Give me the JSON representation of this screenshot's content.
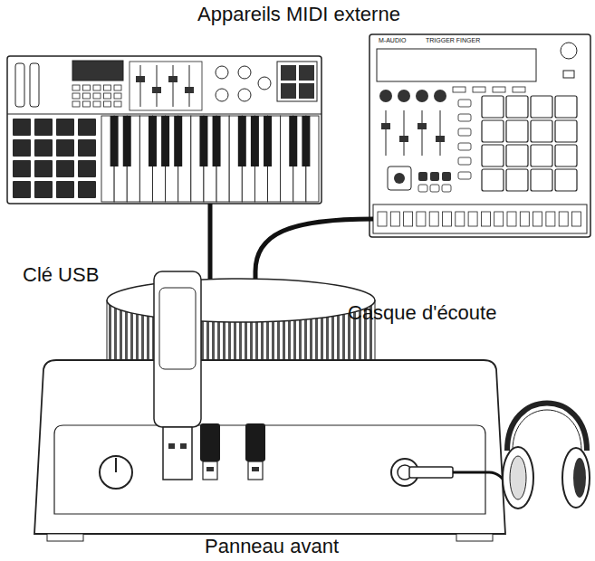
{
  "diagram": {
    "labels": [
      "Appareils MIDI externe",
      "M-AUDIO",
      "TRIGGER FINGER",
      "Clé USB",
      "Casque d'écoute",
      "Panneau avant"
    ]
  }
}
